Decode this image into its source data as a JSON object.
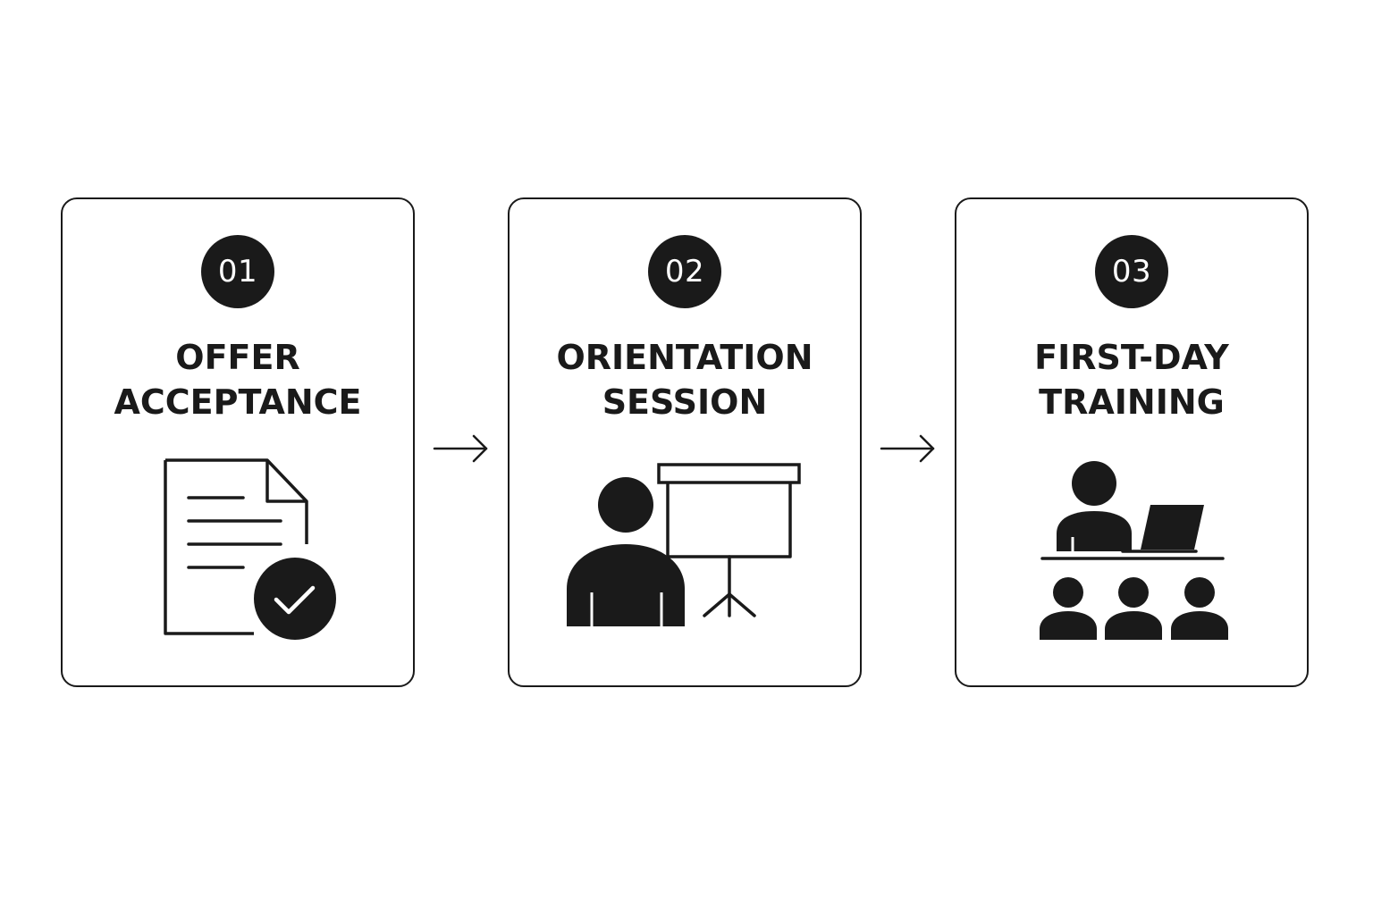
{
  "steps": [
    {
      "number": "01",
      "title_line1": "OFFER",
      "title_line2": "ACCEPTANCE",
      "icon": "document-check-icon"
    },
    {
      "number": "02",
      "title_line1": "ORIENTATION",
      "title_line2": "SESSION",
      "icon": "presenter-board-icon"
    },
    {
      "number": "03",
      "title_line1": "FIRST-DAY",
      "title_line2": "TRAINING",
      "icon": "trainer-group-icon"
    }
  ],
  "colors": {
    "ink": "#1a1a1a",
    "background": "#ffffff"
  }
}
